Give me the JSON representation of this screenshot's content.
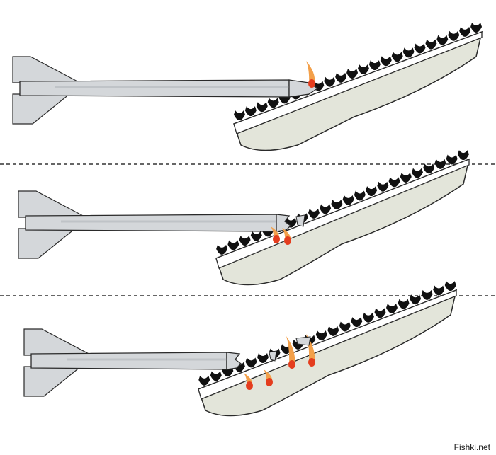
{
  "watermark": "Fishki.net",
  "colors": {
    "background": "#ffffff",
    "projectile_fill": "#d4d7da",
    "projectile_shade": "#bfc3c7",
    "outline": "#2a2a2a",
    "armor_base": "#e3e5da",
    "blocks": "#111111",
    "flame_outer": "#f3a04a",
    "flame_inner": "#e43d1e",
    "fragment": "#d4d7da",
    "separator": "#333333"
  },
  "icons": {
    "projectile": "finned-projectile-icon",
    "armor": "reactive-armor-icon",
    "flame": "explosion-flame-icon",
    "fragment": "debris-fragment-icon"
  },
  "stages": [
    {
      "phase": "impact",
      "tip_state": "intact",
      "flames": 1,
      "fragments": 0
    },
    {
      "phase": "detonation",
      "tip_state": "broken",
      "flames": 2,
      "fragments": 1
    },
    {
      "phase": "fragmentation",
      "tip_state": "broken",
      "flames": 4,
      "fragments": 2
    }
  ]
}
